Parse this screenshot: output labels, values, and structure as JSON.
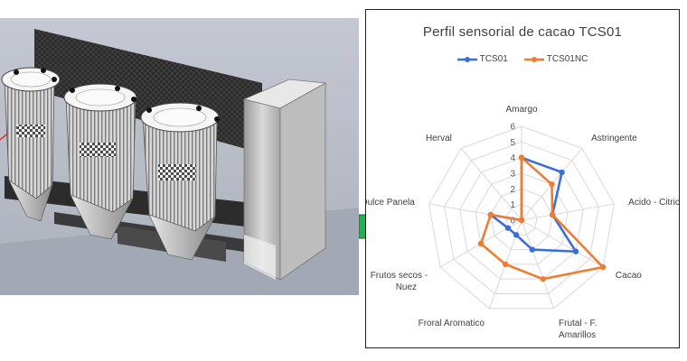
{
  "chart_data": {
    "type": "radar",
    "title": "Perfil sensorial de cacao TCS01",
    "categories": [
      "Amargo",
      "Astringente",
      "Acido - Citrico",
      "Cacao",
      "Frutal - F. Amarillos",
      "Froral Aromatico",
      "Frutos secos - Nuez",
      "Dulce Panela",
      "Herval"
    ],
    "rlim": [
      0,
      6
    ],
    "ticks": [
      "0",
      "1",
      "2",
      "3",
      "4",
      "5",
      "6"
    ],
    "grid": true,
    "legend_position": "top",
    "series": [
      {
        "name": "TCS01",
        "color": "#3a6fd8",
        "values": [
          4,
          4,
          2,
          4,
          2,
          1,
          1,
          2,
          0
        ]
      },
      {
        "name": "TCS01NC",
        "color": "#ed7d31",
        "values": [
          4,
          3,
          2,
          6,
          4,
          3,
          3,
          2,
          0
        ]
      }
    ]
  },
  "diagram": {
    "arrow_color": "#22b14c"
  }
}
